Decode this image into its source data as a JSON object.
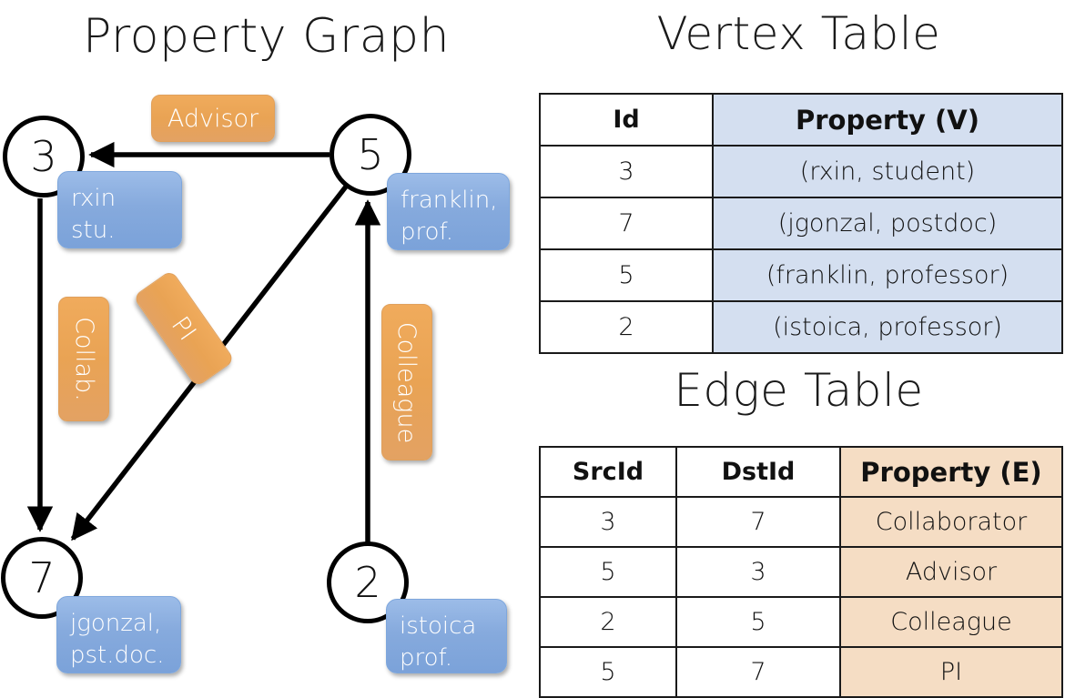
{
  "graph": {
    "title": "Property Graph",
    "nodes": [
      {
        "id": "3",
        "property_lines": [
          "rxin",
          "stu."
        ]
      },
      {
        "id": "5",
        "property_lines": [
          "franklin,",
          "prof."
        ]
      },
      {
        "id": "7",
        "property_lines": [
          "jgonzal,",
          "pst.doc."
        ]
      },
      {
        "id": "2",
        "property_lines": [
          "istoica",
          "prof."
        ]
      }
    ],
    "edge_labels": [
      {
        "name": "advisor-label",
        "text": "Advisor"
      },
      {
        "name": "collab-label",
        "text": "Collab."
      },
      {
        "name": "pi-label",
        "text": "PI"
      },
      {
        "name": "colleague-label",
        "text": "Colleague"
      }
    ],
    "colors": {
      "vertex_box": "#86aadd",
      "edge_box": "#e9a354",
      "stroke": "#000000"
    }
  },
  "vertex_table": {
    "title": "Vertex Table",
    "headers": [
      "Id",
      "Property (V)"
    ],
    "rows": [
      {
        "id": "3",
        "property": "(rxin, student)"
      },
      {
        "id": "7",
        "property": "(jgonzal, postdoc)"
      },
      {
        "id": "5",
        "property": "(franklin, professor)"
      },
      {
        "id": "2",
        "property": "(istoica, professor)"
      }
    ],
    "accent": "#d4dff0"
  },
  "edge_table": {
    "title": "Edge Table",
    "headers": [
      "SrcId",
      "DstId",
      "Property (E)"
    ],
    "rows": [
      {
        "src": "3",
        "dst": "7",
        "property": "Collaborator"
      },
      {
        "src": "5",
        "dst": "3",
        "property": "Advisor"
      },
      {
        "src": "2",
        "dst": "5",
        "property": "Colleague"
      },
      {
        "src": "5",
        "dst": "7",
        "property": "PI"
      }
    ],
    "accent": "#f5ddc4"
  }
}
